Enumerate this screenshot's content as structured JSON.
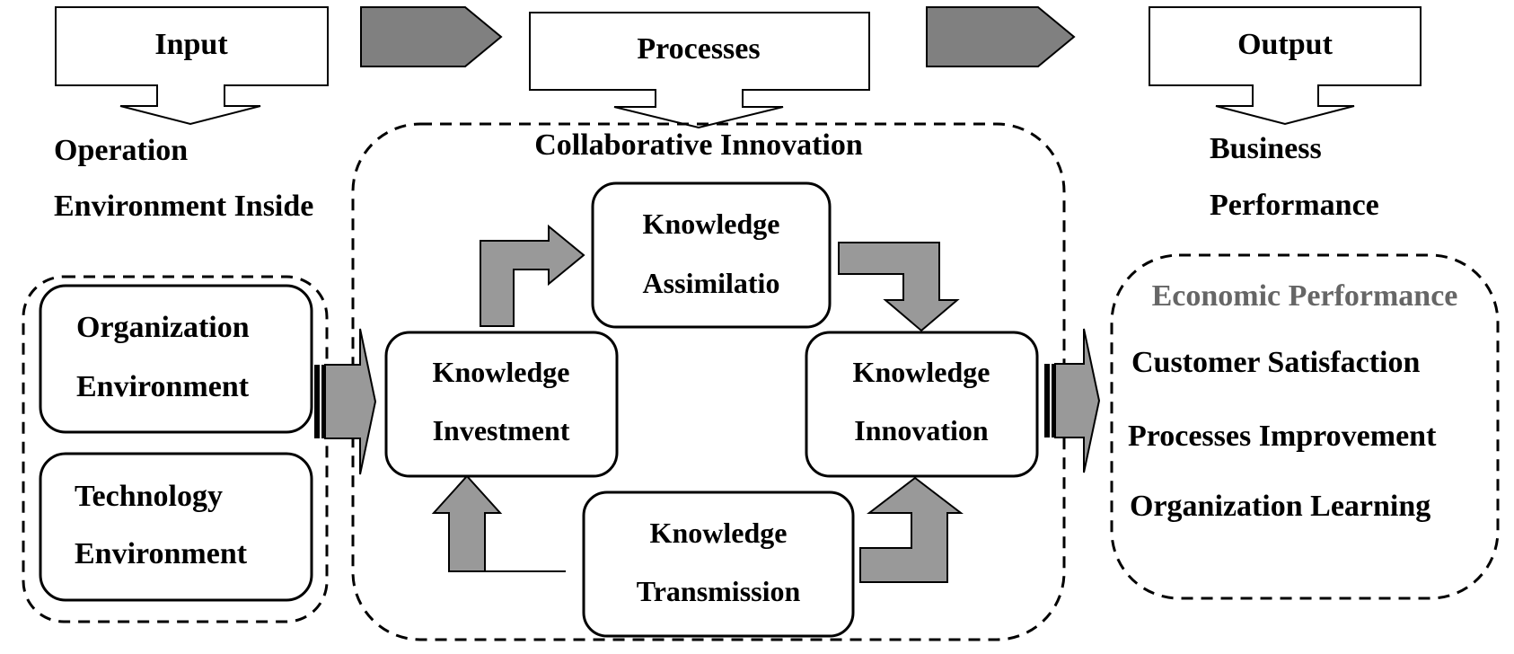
{
  "stages": {
    "input": "Input",
    "processes": "Processes",
    "output": "Output"
  },
  "input_label": {
    "line1": "Operation",
    "line2": "Environment Inside"
  },
  "output_label": {
    "line1": "Business",
    "line2": "Performance"
  },
  "center_title": "Collaborative Innovation",
  "environments": {
    "organization": {
      "line1": "Organization",
      "line2": "Environment"
    },
    "technology": {
      "line1": "Technology",
      "line2": "Environment"
    }
  },
  "cycle": {
    "investment": {
      "line1": "Knowledge",
      "line2": "Investment"
    },
    "assimilation": {
      "line1": "Knowledge",
      "line2": "Assimilatio"
    },
    "innovation": {
      "line1": "Knowledge",
      "line2": "Innovation"
    },
    "transmission": {
      "line1": "Knowledge",
      "line2": "Transmission"
    }
  },
  "performance": {
    "economic": "Economic Performance",
    "customer": "Customer Satisfaction",
    "processes": "Processes Improvement",
    "learning": "Organization Learning"
  },
  "colors": {
    "stage_arrow": "#808080",
    "flow_arrow": "#999999",
    "economic_text": "#666666",
    "line": "#000000"
  }
}
